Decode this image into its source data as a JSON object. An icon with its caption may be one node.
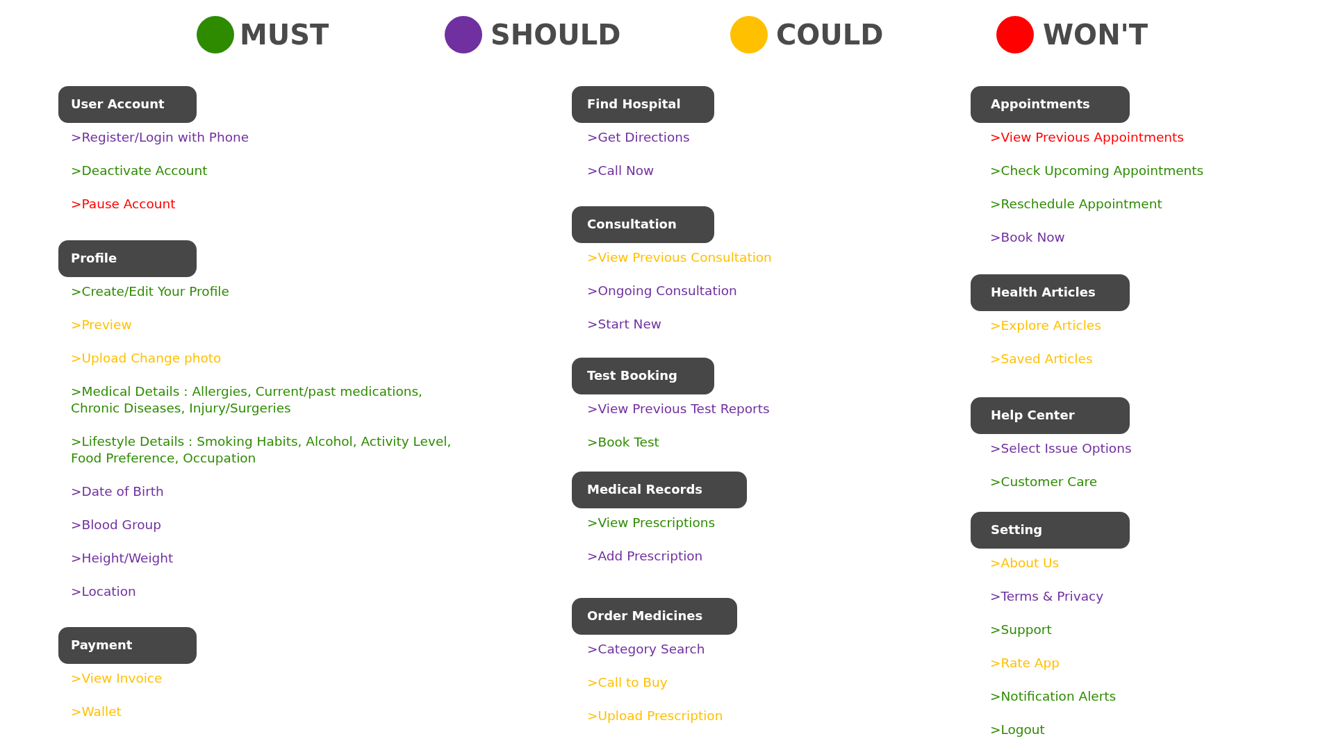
{
  "diagram": {
    "nodes": [
      {
        "text": [
          "User Account"
        ],
        "beside": [
          ">Register/Login with Phone",
          ">Deactivate Account",
          ">Pause Account"
        ]
      },
      {
        "text": [
          "Profile"
        ],
        "beside": [
          ">Create/Edit Your Profile",
          ">Preview",
          ">Upload Change photo",
          ">Medical Details : Allergies, Current/past medications, Chronic Diseases, Injury/Surgeries",
          ">Lifestyle Details : Smoking Habits, Alcohol, Activity Level, Food Preference, Occupation",
          ">Date of Birth",
          ">Blood Group",
          ">Height/Weight",
          ">Location"
        ]
      },
      {
        "text": [
          "Payment"
        ],
        "beside": [
          ">View Invoice",
          ">Wallet"
        ]
      },
      {
        "text": [
          "Find Hospital"
        ],
        "beside": [
          ">Get Directions",
          ">Call Now"
        ]
      },
      {
        "text": [
          "Consultation"
        ],
        "beside": [
          ">View Previous Consultation",
          ">Ongoing Consultation",
          ">Start New"
        ]
      },
      {
        "text": [
          "Test Booking"
        ],
        "beside": [
          ">View Previous Test Reports",
          ">Book Test"
        ]
      },
      {
        "text": [
          "Medical Records"
        ],
        "beside": [
          ">View Prescriptions",
          ">Add Prescription"
        ]
      },
      {
        "text": [
          "Order Medicines"
        ],
        "beside": [
          ">Category Search",
          ">Call to Buy",
          ">Upload Prescription"
        ]
      },
      {
        "text": [
          "Appointments"
        ],
        "beside": [
          ">View Previous Appointments",
          ">Check Upcoming Appointments",
          ">Reschedule Appointment",
          ">Book Now"
        ]
      },
      {
        "text": [
          "Health Articles"
        ],
        "beside": [
          ">Explore Articles",
          ">Saved Articles"
        ]
      },
      {
        "text": [
          "Help Center"
        ],
        "beside": [
          ">Select Issue Options",
          ">Customer Care"
        ]
      },
      {
        "text": [
          "Setting"
        ],
        "beside": [
          ">About Us",
          ">Terms & Privacy",
          ">Support",
          ">Rate App",
          ">Notification Alerts",
          ">Logout"
        ]
      }
    ],
    "legend": [
      {
        "text": "MUST",
        "color": "#2e8b00"
      },
      {
        "text": "SHOULD",
        "color": "#7030a0"
      },
      {
        "text": "COULD",
        "color": "#ffc000"
      },
      {
        "text": "WON'T",
        "color": "#ff0000"
      }
    ]
  }
}
